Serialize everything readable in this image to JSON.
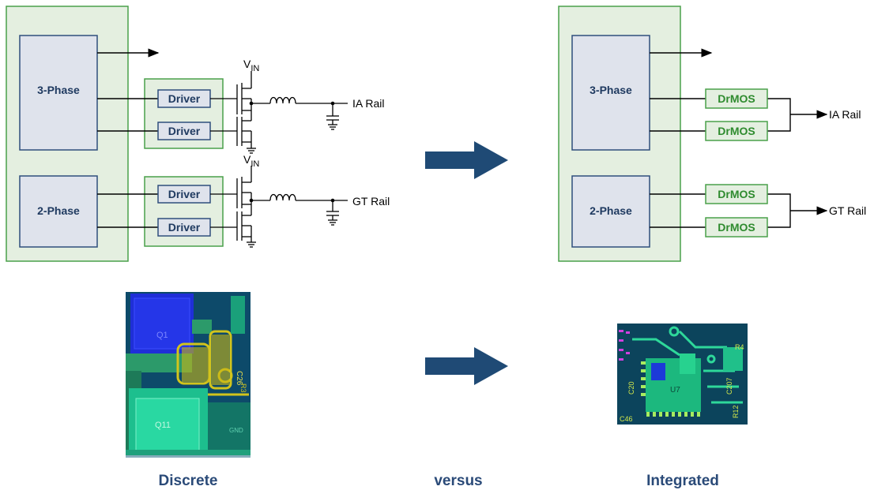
{
  "discrete": {
    "block_a": "3-Phase",
    "block_b": "2-Phase",
    "drivers": [
      "Driver",
      "Driver",
      "Driver",
      "Driver"
    ],
    "vin_top": {
      "main": "V",
      "sub": "IN"
    },
    "vin_bottom": {
      "main": "V",
      "sub": "IN"
    },
    "rail_a": "IA Rail",
    "rail_b": "GT Rail"
  },
  "integrated": {
    "block_a": "3-Phase",
    "block_b": "2-Phase",
    "drmos": [
      "DrMOS",
      "DrMOS",
      "DrMOS",
      "DrMOS"
    ],
    "rail_a": "IA Rail",
    "rail_b": "GT Rail"
  },
  "pcb_discrete": {
    "q1": "Q1",
    "q11": "Q11",
    "gnd": "GND",
    "c26": "C26",
    "c2": "C2",
    "r3": "R3"
  },
  "pcb_integrated": {
    "u7": "U7",
    "c20": "C20",
    "c207": "C207",
    "r4": "R4",
    "r12": "R12",
    "c46": "C46"
  },
  "captions": {
    "left": "Discrete",
    "middle": "versus",
    "right": "Integrated"
  },
  "colors": {
    "block_fill": "#dfe3ec",
    "block_stroke": "#2f4f7c",
    "group_fill": "#e4efe0",
    "group_stroke": "#4aa04a",
    "arrow": "#1f4a75",
    "caption": "#2a4a78",
    "drmos_text": "#2e8b2e"
  }
}
